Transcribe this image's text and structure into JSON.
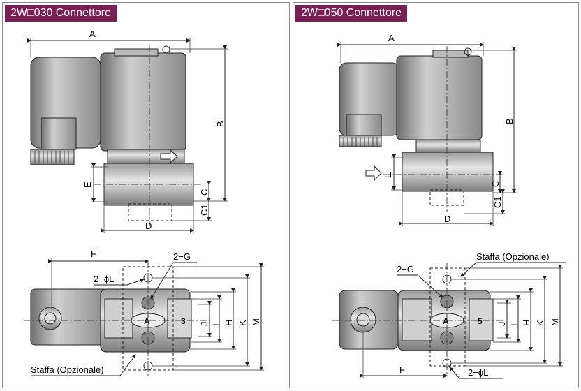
{
  "panels": [
    {
      "title": "2W□030 Connettore"
    },
    {
      "title": "2W□050  Connettore"
    }
  ],
  "labels": {
    "A": "A",
    "B": "B",
    "C": "C",
    "C1": "C1",
    "D": "D",
    "E": "E",
    "F": "F",
    "G": "2−G",
    "L": "2−ϕL",
    "H": "H",
    "I": "I",
    "J": "J",
    "K": "K",
    "M": "M",
    "port_left": "3",
    "port_right": "5",
    "inner_a": "A",
    "bracket": "Staffa (Opzionale)"
  }
}
